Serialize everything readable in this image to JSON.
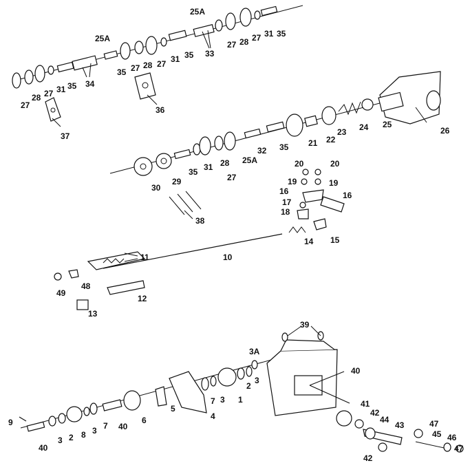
{
  "labels": {
    "l25A_a": "25A",
    "l35_a": "35",
    "l31_a": "31",
    "l27_a": "27",
    "l28_a": "28",
    "l27_b": "27",
    "l33": "33",
    "l35_b": "35",
    "l31_b": "31",
    "l27_c": "27",
    "l28_b": "28",
    "l27_d": "27",
    "l25A_b": "25A",
    "l35_c": "35",
    "l27_e": "27",
    "l28_c": "28",
    "l27_f": "27",
    "l31_c": "31",
    "l35_d": "35",
    "l34": "34",
    "l36": "36",
    "l37": "37",
    "l21": "21",
    "l22": "22",
    "l23": "23",
    "l24": "24",
    "l25": "25",
    "l26": "26",
    "l35_e": "35",
    "l31_d": "31",
    "l28_d": "28",
    "l25A_c": "25A",
    "l32": "32",
    "l27_g": "27",
    "l29": "29",
    "l30": "30",
    "l38": "38",
    "l20_a": "20",
    "l20_b": "20",
    "l19_a": "19",
    "l19_b": "19",
    "l16_a": "16",
    "l16_b": "16",
    "l17": "17",
    "l18": "18",
    "l14": "14",
    "l15": "15",
    "l10": "10",
    "l11": "11",
    "l48": "48",
    "l49": "49",
    "l12": "12",
    "l13": "13",
    "l39": "39",
    "l40_a": "40",
    "l3A": "3A",
    "l3_a": "3",
    "l2_a": "2",
    "l3_b": "3",
    "l1": "1",
    "l7_a": "7",
    "l5": "5",
    "l4": "4",
    "l9": "9",
    "l40_b": "40",
    "l3_c": "3",
    "l2_b": "2",
    "l8": "8",
    "l3_d": "3",
    "l7_b": "7",
    "l40_c": "40",
    "l6": "6",
    "l41": "41",
    "l42_a": "42",
    "l44": "44",
    "l43": "43",
    "l42_b": "42",
    "l47_a": "47",
    "l45": "45",
    "l46": "46",
    "l47_b": "47"
  }
}
